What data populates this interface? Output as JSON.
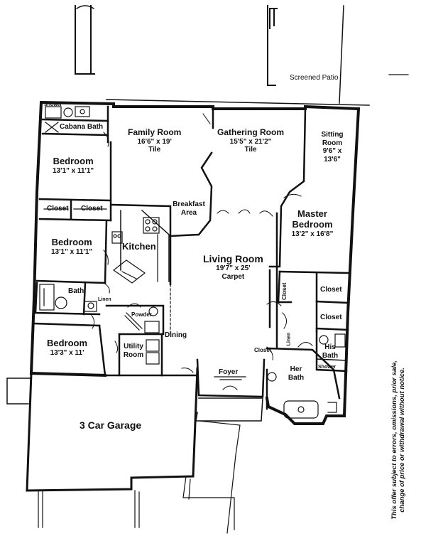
{
  "rooms": {
    "cabana_bath": {
      "name": "Cabana Bath"
    },
    "shower_cabana": {
      "name": "Shower"
    },
    "bedroom_1": {
      "name": "Bedroom",
      "dims": "13'1\" x 11'1\""
    },
    "family_room": {
      "name": "Family Room",
      "dims": "16'6\" x 19'",
      "floor": "Tile"
    },
    "gathering_room": {
      "name": "Gathering Room",
      "dims": "15'5\" x 21'2\"",
      "floor": "Tile"
    },
    "sitting_room": {
      "name": "Sitting Room",
      "dims": "9'6\" x 13'6\""
    },
    "breakfast": {
      "name": "Breakfast Area"
    },
    "closet_a": {
      "name": "Closet"
    },
    "closet_b": {
      "name": "Closet"
    },
    "master_bedroom": {
      "name": "Master Bedroom",
      "dims": "13'2\" x 16'8\""
    },
    "bedroom_2": {
      "name": "Bedroom",
      "dims": "13'1\" x 11'1\""
    },
    "kitchen": {
      "name": "Kitchen"
    },
    "living_room": {
      "name": "Living Room",
      "dims": "19'7\" x 25'",
      "floor": "Carpet"
    },
    "bath": {
      "name": "Bath"
    },
    "linen_1": {
      "name": "Linen"
    },
    "powder": {
      "name": "Powder"
    },
    "closet_m1": {
      "name": "Closet"
    },
    "closet_m2": {
      "name": "Closet"
    },
    "closet_m3": {
      "name": "Closet"
    },
    "closet_foyer": {
      "name": "Closet"
    },
    "linen_2": {
      "name": "Linen"
    },
    "dining": {
      "name": "Dining"
    },
    "bedroom_3": {
      "name": "Bedroom",
      "dims": "13'3\" x 11'"
    },
    "utility_room": {
      "name": "Utility Room"
    },
    "his_bath": {
      "name": "His Bath"
    },
    "shower_master": {
      "name": "Shower"
    },
    "foyer": {
      "name": "Foyer"
    },
    "her_bath": {
      "name": "Her Bath"
    },
    "garage": {
      "name": "3 Car Garage"
    },
    "screened_patio": {
      "name": "Screened Patio"
    }
  },
  "disclaimer": "This offer subject to errors, omissions, prior sale, change of price or withdrawal without notice."
}
